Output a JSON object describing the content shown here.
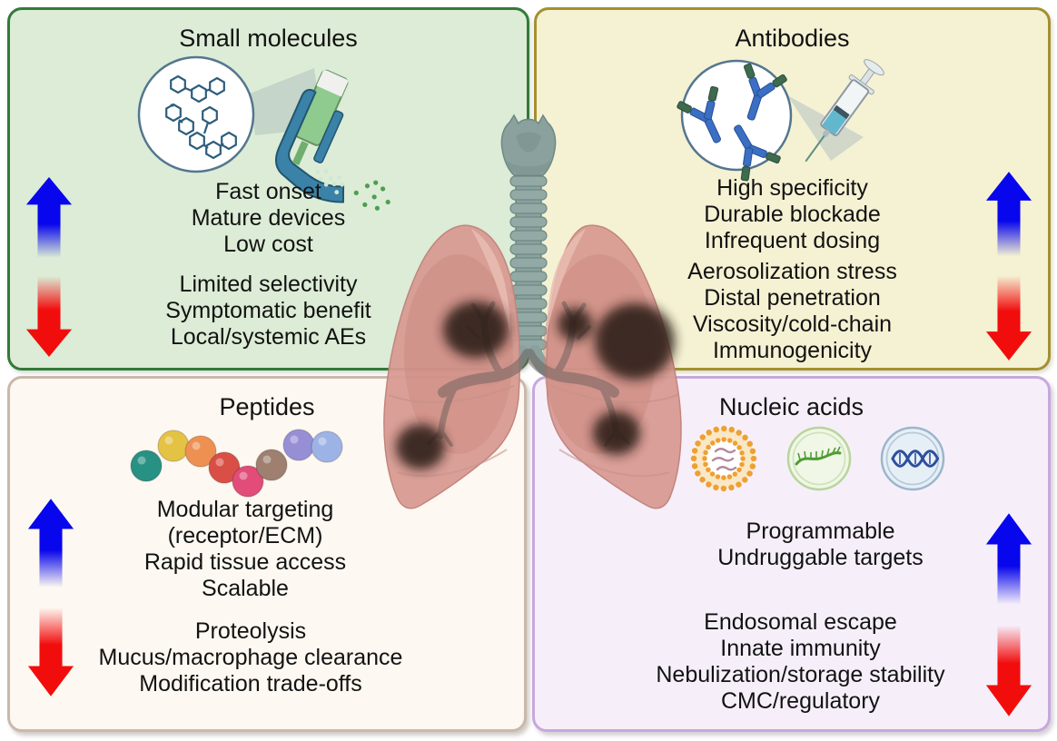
{
  "quadrants": [
    {
      "id": "small-molecules",
      "title": "Small molecules",
      "icons": [
        "molecule-structures-magnifier-icon",
        "inhaler-icon"
      ],
      "pros": [
        "Fast onset",
        "Mature devices",
        "Low cost"
      ],
      "cons": [
        "Limited selectivity",
        "Symptomatic benefit",
        "Local/systemic AEs"
      ],
      "bg_color": "#dcecd6",
      "border_color": "#337a38"
    },
    {
      "id": "antibodies",
      "title": "Antibodies",
      "icons": [
        "antibody-magnifier-icon",
        "syringe-icon"
      ],
      "pros": [
        "High specificity",
        "Durable blockade",
        "Infrequent dosing"
      ],
      "cons": [
        "Aerosolization stress",
        "Distal penetration",
        "Viscosity/cold-chain",
        "Immunogenicity"
      ],
      "bg_color": "#f5f1d3",
      "border_color": "#a3902f"
    },
    {
      "id": "peptides",
      "title": "Peptides",
      "icons": [
        "peptide-bead-chain-icon"
      ],
      "pros": [
        "Modular targeting",
        "(receptor/ECM)",
        "Rapid tissue access",
        "Scalable"
      ],
      "cons": [
        "Proteolysis",
        "Mucus/macrophage clearance",
        "Modification trade-offs"
      ],
      "bg_color": "#fdf8f1",
      "border_color": "#cbb8ab"
    },
    {
      "id": "nucleic-acids",
      "title": "Nucleic acids",
      "icons": [
        "lipid-nanoparticle-icon",
        "rna-strand-icon",
        "dna-plasmid-icon"
      ],
      "pros": [
        "Programmable",
        "Undruggable targets"
      ],
      "cons": [
        "Endosomal escape",
        "Innate immunity",
        "Nebulization/storage stability",
        "CMC/regulatory"
      ],
      "bg_color": "#f6effa",
      "border_color": "#c7a8dd"
    }
  ],
  "arrows": {
    "up_arrow_color": "#0806ec",
    "down_arrow_color": "#f20d0d"
  },
  "center": {
    "illustration": "lungs-with-tumors-and-trachea"
  }
}
